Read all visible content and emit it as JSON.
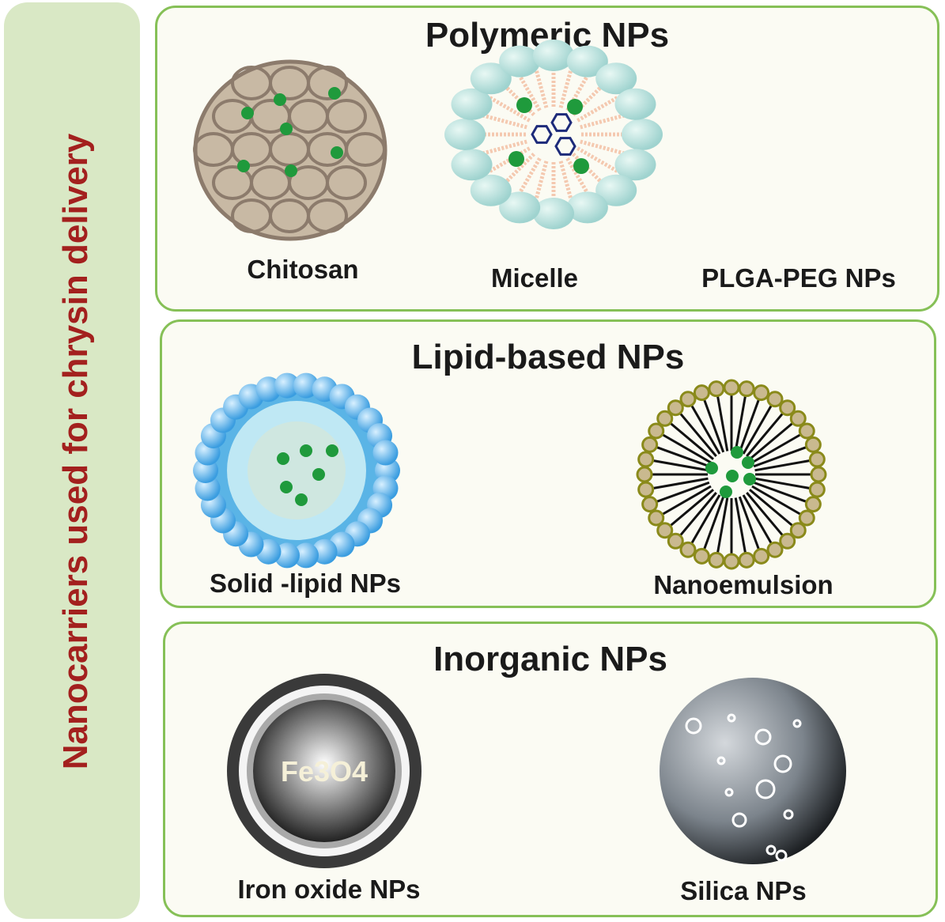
{
  "side_label": "Nanocarriers used for chrysin delivery",
  "panels": {
    "polymeric": {
      "title": "Polymeric NPs",
      "items": [
        "Chitosan",
        "Micelle",
        "PLGA-PEG NPs"
      ]
    },
    "lipid": {
      "title": "Lipid-based NPs",
      "items": [
        "Solid -lipid NPs",
        "Nanoemulsion"
      ]
    },
    "inorganic": {
      "title": "Inorganic NPs",
      "items": [
        "Iron oxide NPs",
        "Silica NPs"
      ],
      "core_label": "Fe3O4"
    }
  },
  "colors": {
    "sidebar": "#d9e8c5",
    "sidebar_text": "#a3201e",
    "panel_border": "#86c057",
    "drug_dot": "#1f9a3c"
  }
}
